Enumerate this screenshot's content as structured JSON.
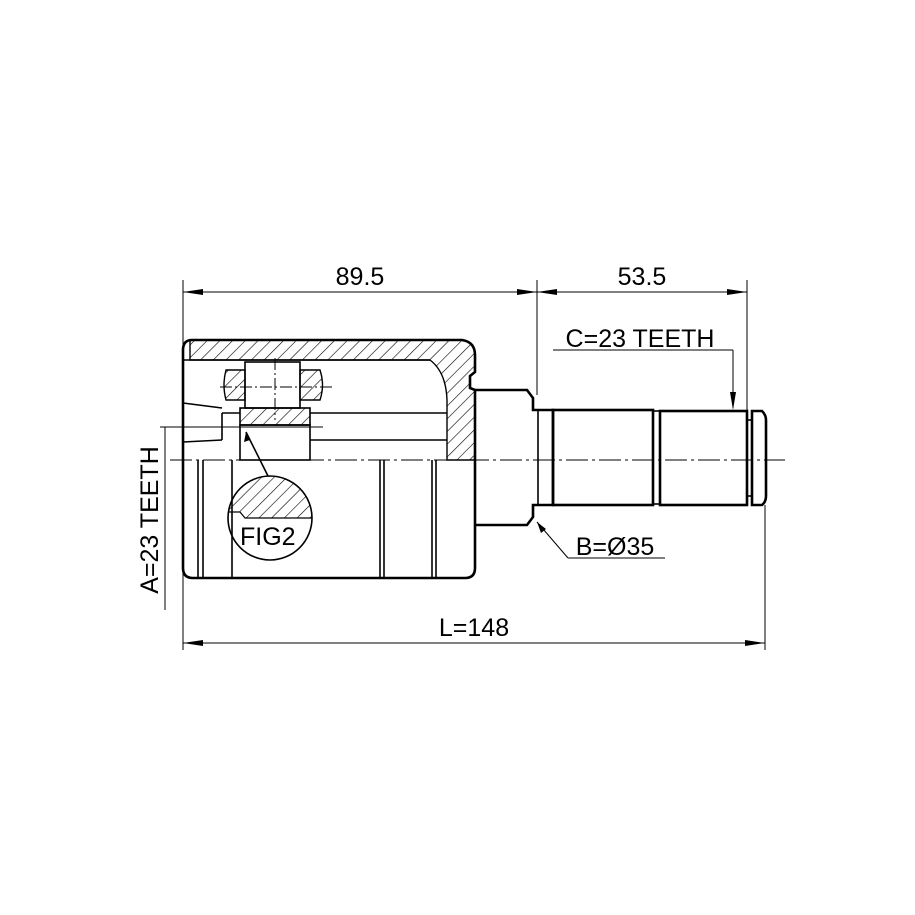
{
  "dimensions": {
    "housing_length": "89.5",
    "shaft_length": "53.5",
    "total_length": "L=148",
    "inner_spline": "A=23 TEETH",
    "outer_spline": "C=23 TEETH",
    "shaft_diameter": "B=Ø35"
  },
  "detail_label": "FIG2"
}
